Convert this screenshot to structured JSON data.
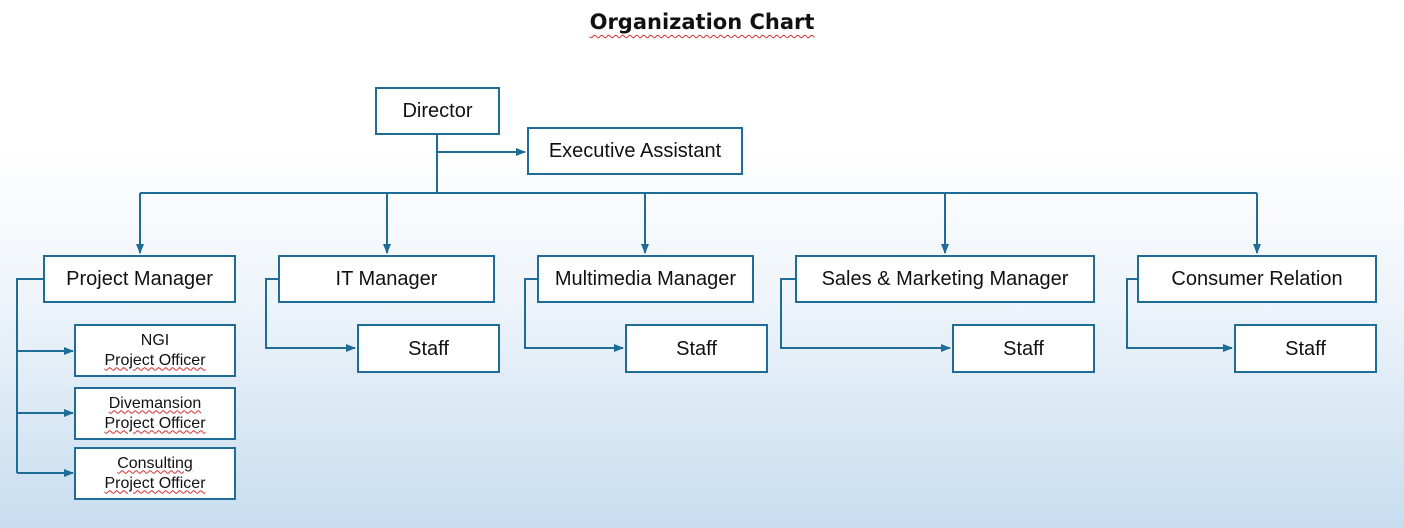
{
  "title": "Organization Chart",
  "colors": {
    "line": "#1f6d97",
    "box_border": "#1f6d97",
    "spellcheck_underline": "#d32f2f"
  },
  "director": "Director",
  "executive_assistant": "Executive Assistant",
  "managers": [
    {
      "label": "Project Manager"
    },
    {
      "label": "IT Manager",
      "staff": "Staff"
    },
    {
      "label": "Multimedia Manager",
      "staff": "Staff"
    },
    {
      "label": "Sales & Marketing Manager",
      "staff": "Staff"
    },
    {
      "label": "Consumer Relation",
      "staff": "Staff"
    }
  ],
  "project_officers": [
    {
      "line1": "NGI",
      "line2": "Project Officer"
    },
    {
      "line1": "Divemansion",
      "line2": "Project Officer"
    },
    {
      "line1": "Consulting",
      "line2": "Project Officer"
    }
  ]
}
